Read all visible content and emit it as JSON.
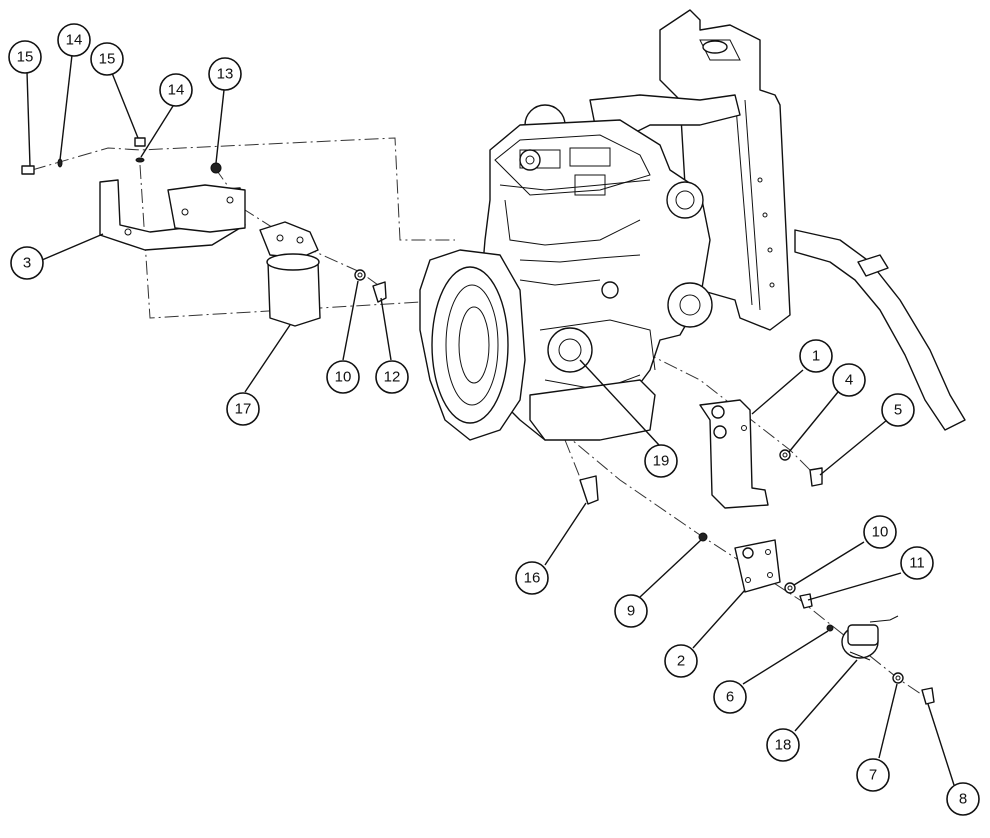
{
  "callouts": [
    {
      "label": "15"
    },
    {
      "label": "14"
    },
    {
      "label": "15"
    },
    {
      "label": "14"
    },
    {
      "label": "13"
    },
    {
      "label": "3"
    },
    {
      "label": "17"
    },
    {
      "label": "10"
    },
    {
      "label": "12"
    },
    {
      "label": "19"
    },
    {
      "label": "1"
    },
    {
      "label": "4"
    },
    {
      "label": "5"
    },
    {
      "label": "16"
    },
    {
      "label": "9"
    },
    {
      "label": "10"
    },
    {
      "label": "11"
    },
    {
      "label": "2"
    },
    {
      "label": "6"
    },
    {
      "label": "18"
    },
    {
      "label": "7"
    },
    {
      "label": "8"
    }
  ]
}
